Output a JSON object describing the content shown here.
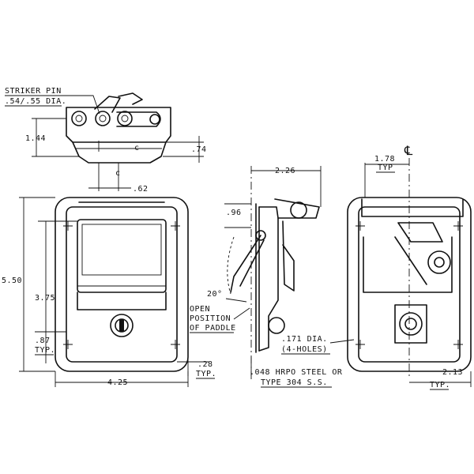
{
  "drawing": {
    "callouts": {
      "striker_pin_line1": "STRIKER PIN",
      "striker_pin_line2": ".54/.55 DIA.",
      "open_position_line1": "OPEN",
      "open_position_line2": "POSITION",
      "open_position_line3": "OF PADDLE",
      "holes_line1": ".171 DIA.",
      "holes_line2": "(4-HOLES)",
      "material_line1": ".048 HRPO STEEL OR",
      "material_line2": "TYPE 304 S.S."
    },
    "dimensions": {
      "top_height": "1.44",
      "top_depth": ".74",
      "centerline_offset": ".62",
      "front_height": "5.50",
      "front_inner_height": "3.75",
      "front_bottom": ".87",
      "front_bottom_typ": "TYP.",
      "front_width": "4.25",
      "flange": ".28",
      "flange_typ": "TYP.",
      "side_depth": "2.26",
      "side_top": ".96",
      "angle": "20°",
      "rear_offset": "1.78",
      "rear_offset_typ": "TYP",
      "rear_width": "2.13",
      "rear_width_typ": "TYP."
    },
    "centerline_symbol_top": "℄",
    "centerline_symbol_small": "c"
  }
}
